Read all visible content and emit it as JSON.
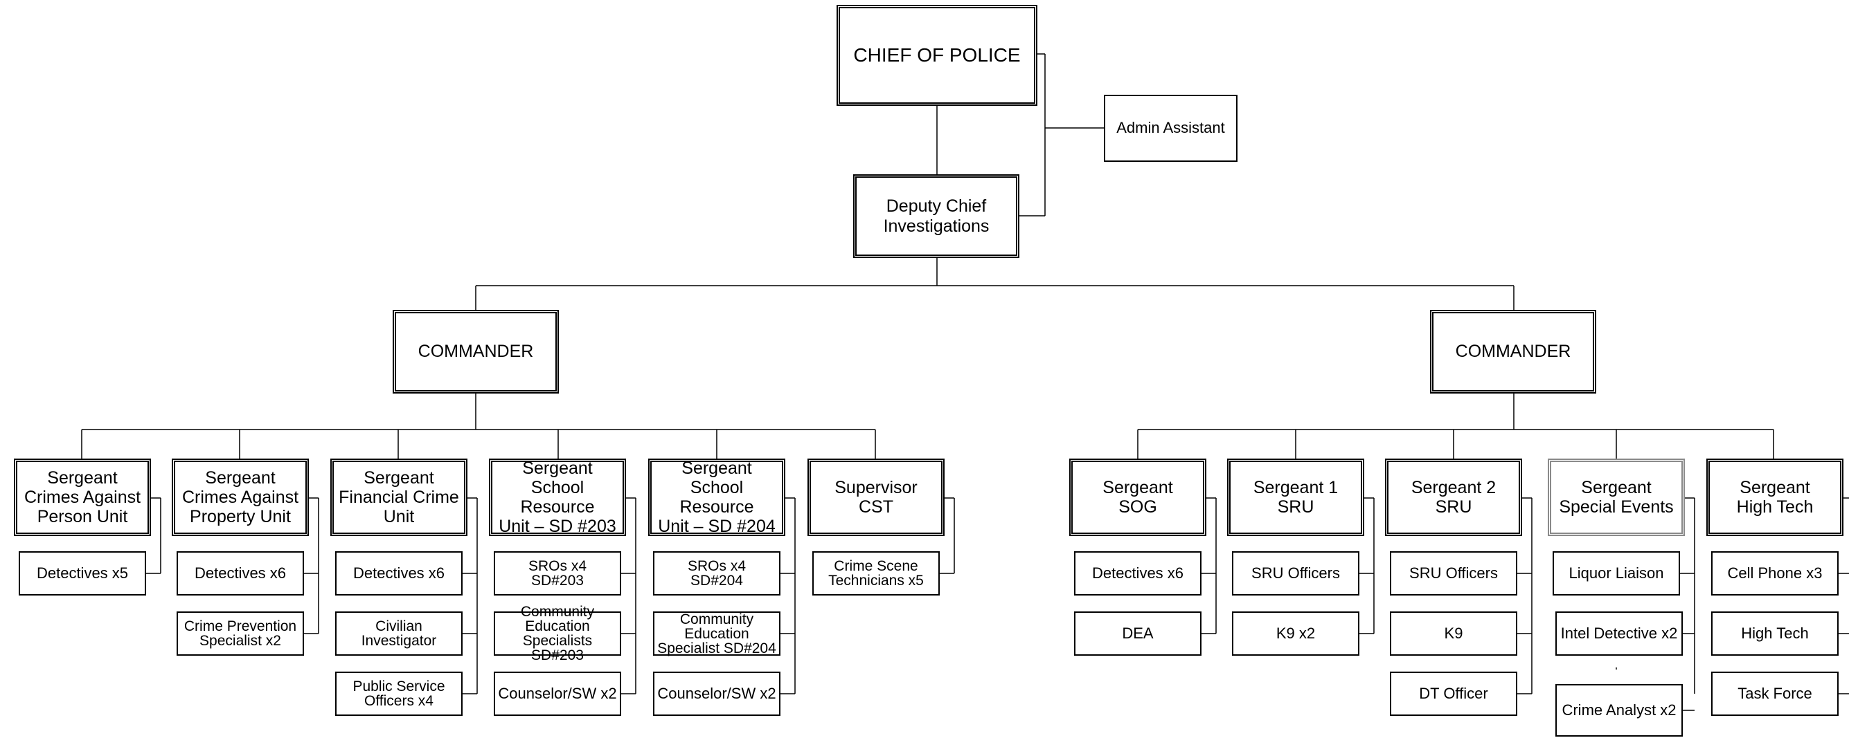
{
  "org": {
    "chief": "CHIEF OF POLICE",
    "admin": "Admin Assistant",
    "deputy": "Deputy Chief\nInvestigations",
    "commander_left": "COMMANDER",
    "commander_right": "COMMANDER",
    "left_units": [
      {
        "title": "Sergeant\nCrimes Against\nPerson Unit",
        "subs": [
          "Detectives x5"
        ]
      },
      {
        "title": "Sergeant\nCrimes Against\nProperty Unit",
        "subs": [
          "Detectives x6",
          "Crime Prevention\nSpecialist x2"
        ]
      },
      {
        "title": "Sergeant\nFinancial Crime\nUnit",
        "subs": [
          "Detectives x6",
          "Civilian\nInvestigator",
          "Public Service\nOfficers x4"
        ]
      },
      {
        "title": "Sergeant\nSchool Resource\nUnit – SD #203",
        "subs": [
          "SROs  x4\nSD#203",
          "Community\nEducation\nSpecialists SD#203",
          "Counselor/SW x2"
        ]
      },
      {
        "title": "Sergeant\nSchool Resource\nUnit – SD #204",
        "subs": [
          "SROs  x4\nSD#204",
          "Community\nEducation\nSpecialist SD#204",
          "Counselor/SW x2"
        ]
      },
      {
        "title": "Supervisor\nCST",
        "subs": [
          "Crime Scene\nTechnicians x5"
        ]
      }
    ],
    "right_units": [
      {
        "title": "Sergeant\nSOG",
        "subs": [
          "Detectives x6",
          "DEA"
        ]
      },
      {
        "title": "Sergeant 1\nSRU",
        "subs": [
          "SRU Officers",
          "K9 x2"
        ]
      },
      {
        "title": "Sergeant 2\nSRU",
        "subs": [
          "SRU Officers",
          "K9",
          "DT Officer"
        ]
      },
      {
        "title": "Sergeant\nSpecial Events",
        "subs": [
          "Liquor Liaison",
          "Intel Detective x2",
          "Crime Analyst x2"
        ]
      },
      {
        "title": "Sergeant\nHigh Tech",
        "subs": [
          "Cell Phone x3",
          "High Tech",
          "Task Force"
        ]
      }
    ]
  }
}
